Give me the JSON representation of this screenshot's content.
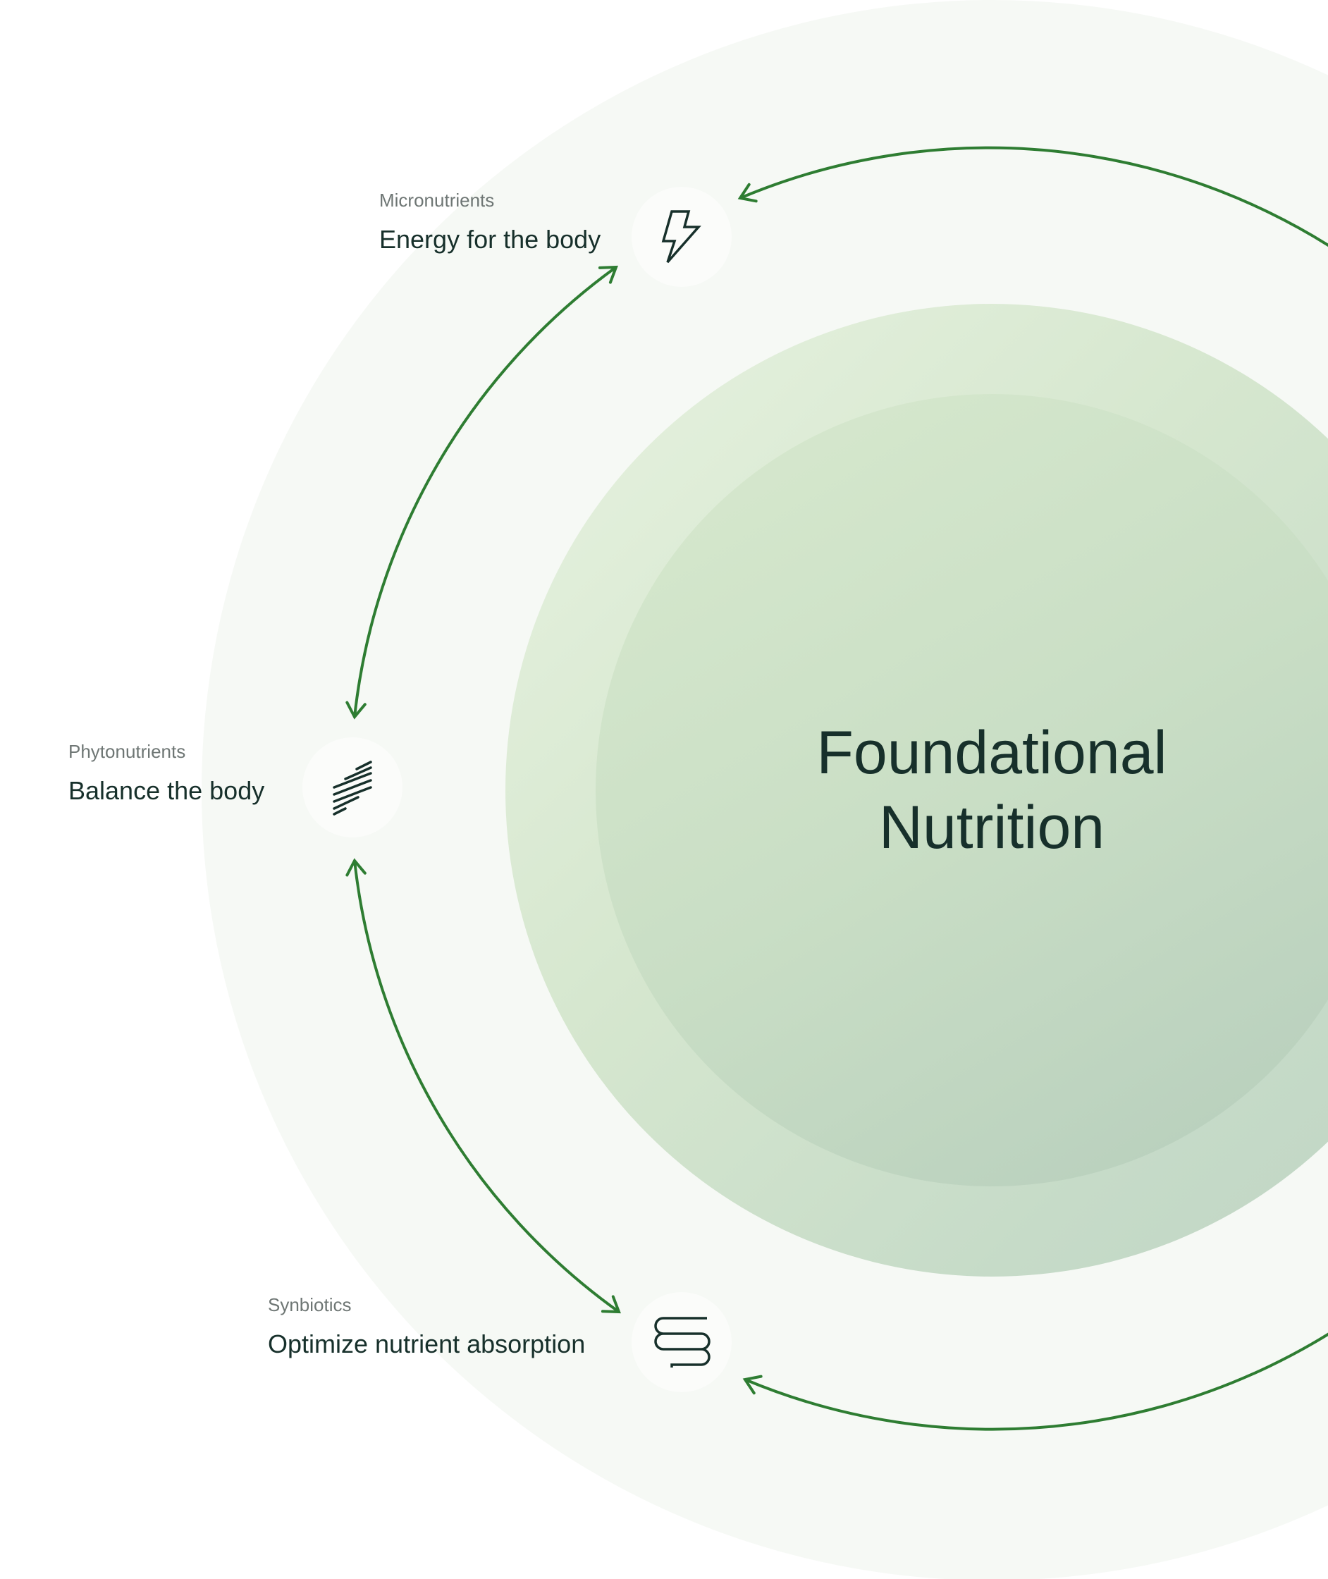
{
  "title": {
    "line1": "Foundational",
    "line2": "Nutrition"
  },
  "nodes": [
    {
      "category": "Micronutrients",
      "description": "Energy for the body",
      "icon": "lightning-icon"
    },
    {
      "category": "Phytonutrients",
      "description": "Balance the body",
      "icon": "diagonal-lines-icon"
    },
    {
      "category": "Synbiotics",
      "description": "Optimize nutrient absorption",
      "icon": "intestine-icon"
    }
  ],
  "colors": {
    "arrow": "#2e7d32",
    "text": "#17302b",
    "subtext": "#6e7674"
  }
}
